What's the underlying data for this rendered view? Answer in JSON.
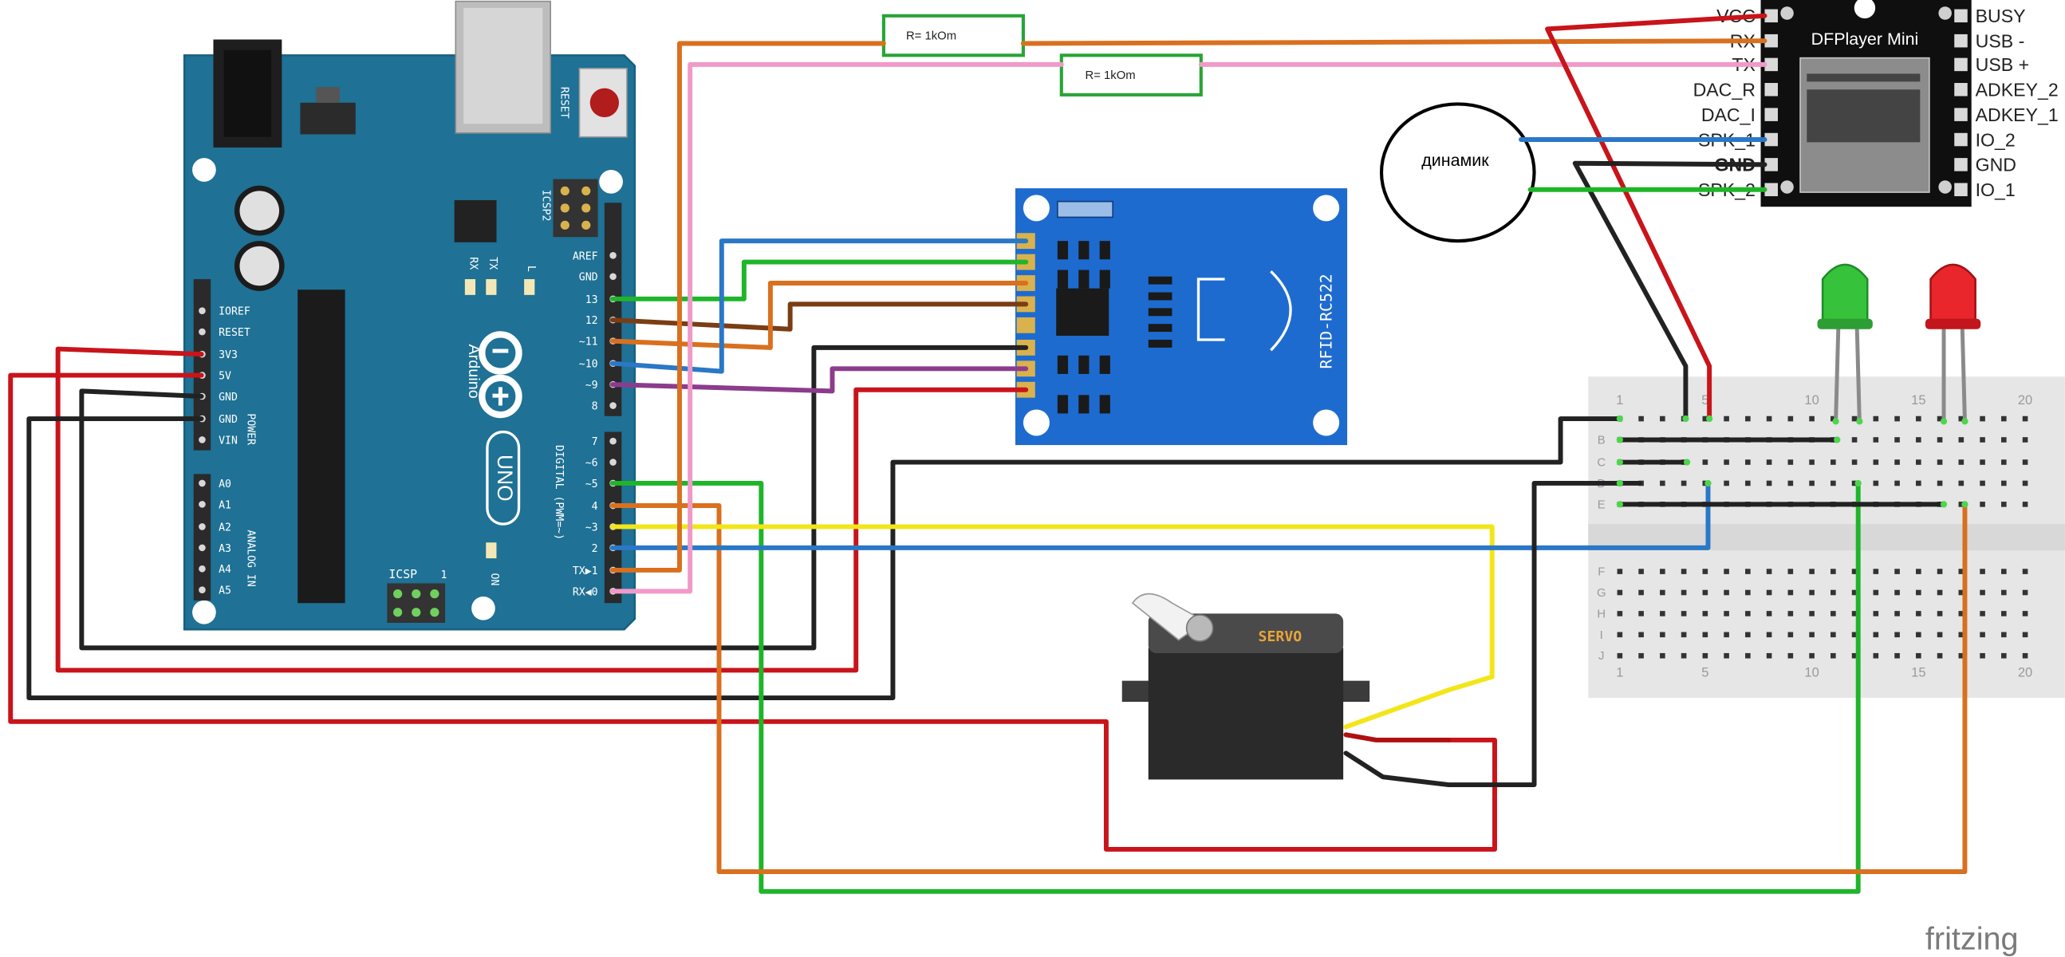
{
  "arduino": {
    "brand": "Arduino",
    "model": "UNO",
    "reset_label": "RESET",
    "icsp2_label": "ICSP2",
    "icsp_label": "ICSP",
    "icsp_pin": "1",
    "on_label": "ON",
    "led_labels": [
      "TX",
      "RX",
      "L"
    ],
    "header_top": [
      "AREF",
      "GND",
      "13",
      "12",
      "~11",
      "~10",
      "~9",
      "8"
    ],
    "header_digital": [
      "7",
      "~6",
      "~5",
      "4",
      "~3",
      "2",
      "TX▶1",
      "RX◀0"
    ],
    "digital_label": "DIGITAL (PWM=~)",
    "power_pins": [
      "IOREF",
      "RESET",
      "3V3",
      "5V",
      "GND",
      "GND",
      "VIN"
    ],
    "power_label": "POWER",
    "analog_pins": [
      "A0",
      "A1",
      "A2",
      "A3",
      "A4",
      "A5"
    ],
    "analog_label": "ANALOG IN",
    "colors": {
      "board": "#1f7195",
      "header": "#2a2a2a"
    }
  },
  "rfid": {
    "label": "RFID-RC522",
    "color": "#1e6bd0"
  },
  "resistors": [
    {
      "label": "R= 1kOm"
    },
    {
      "label": "R= 1kOm"
    }
  ],
  "speaker": {
    "label": "динамик"
  },
  "dfplayer": {
    "title": "DFPlayer Mini",
    "left_pins": [
      "VCC",
      "RX",
      "TX",
      "DAC_R",
      "DAC_I",
      "SPK_1",
      "GND",
      "SPK_2"
    ],
    "right_pins": [
      "BUSY",
      "USB -",
      "USB +",
      "ADKEY_2",
      "ADKEY_1",
      "IO_2",
      "GND",
      "IO_1"
    ]
  },
  "servo": {
    "label": "SERVO"
  },
  "breadboard": {
    "col_numbers": [
      "1",
      "5",
      "10",
      "15",
      "20"
    ],
    "rows_top": [
      "B",
      "C",
      "D",
      "E"
    ],
    "rows_bottom": [
      "F",
      "G",
      "H",
      "I",
      "J"
    ]
  },
  "leds": [
    {
      "color": "#36c23a"
    },
    {
      "color": "#e8262b"
    }
  ],
  "watermark": "fritzing",
  "wire_colors": {
    "red": "#c8141a",
    "black": "#222222",
    "green": "#1fb52a",
    "blue": "#2a78c6",
    "orange": "#d9701f",
    "brown": "#7a3d14",
    "purple": "#8c3c8c",
    "pink": "#f09ac8",
    "yellow": "#f2e61a",
    "darkred": "#b01010"
  }
}
